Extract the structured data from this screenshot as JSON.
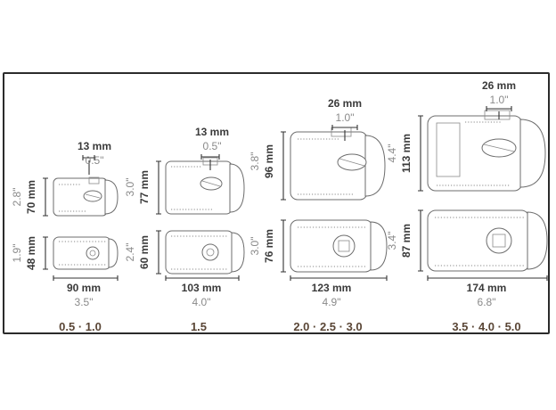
{
  "pumps": [
    {
      "model": "0.5 · 1.0",
      "width_mm": "90 mm",
      "width_in": "3.5\"",
      "height_mm": "70 mm",
      "height_in": "2.8\"",
      "depth_mm": "48 mm",
      "depth_in": "1.9\"",
      "outlet_mm": "13 mm",
      "outlet_in": "0.5\""
    },
    {
      "model": "1.5",
      "width_mm": "103 mm",
      "width_in": "4.0\"",
      "height_mm": "77 mm",
      "height_in": "3.0\"",
      "depth_mm": "60 mm",
      "depth_in": "2.4\"",
      "outlet_mm": "13 mm",
      "outlet_in": "0.5\""
    },
    {
      "model": "2.0 · 2.5 · 3.0",
      "width_mm": "123 mm",
      "width_in": "4.9\"",
      "height_mm": "96 mm",
      "height_in": "3.8\"",
      "depth_mm": "76 mm",
      "depth_in": "3.0\"",
      "outlet_mm": "26 mm",
      "outlet_in": "1.0\""
    },
    {
      "model": "3.5 · 4.0 · 5.0",
      "width_mm": "174 mm",
      "width_in": "6.8\"",
      "height_mm": "113 mm",
      "height_in": "4.4\"",
      "depth_mm": "87 mm",
      "depth_in": "3.4\"",
      "outlet_mm": "26 mm",
      "outlet_in": "1.0\""
    }
  ]
}
